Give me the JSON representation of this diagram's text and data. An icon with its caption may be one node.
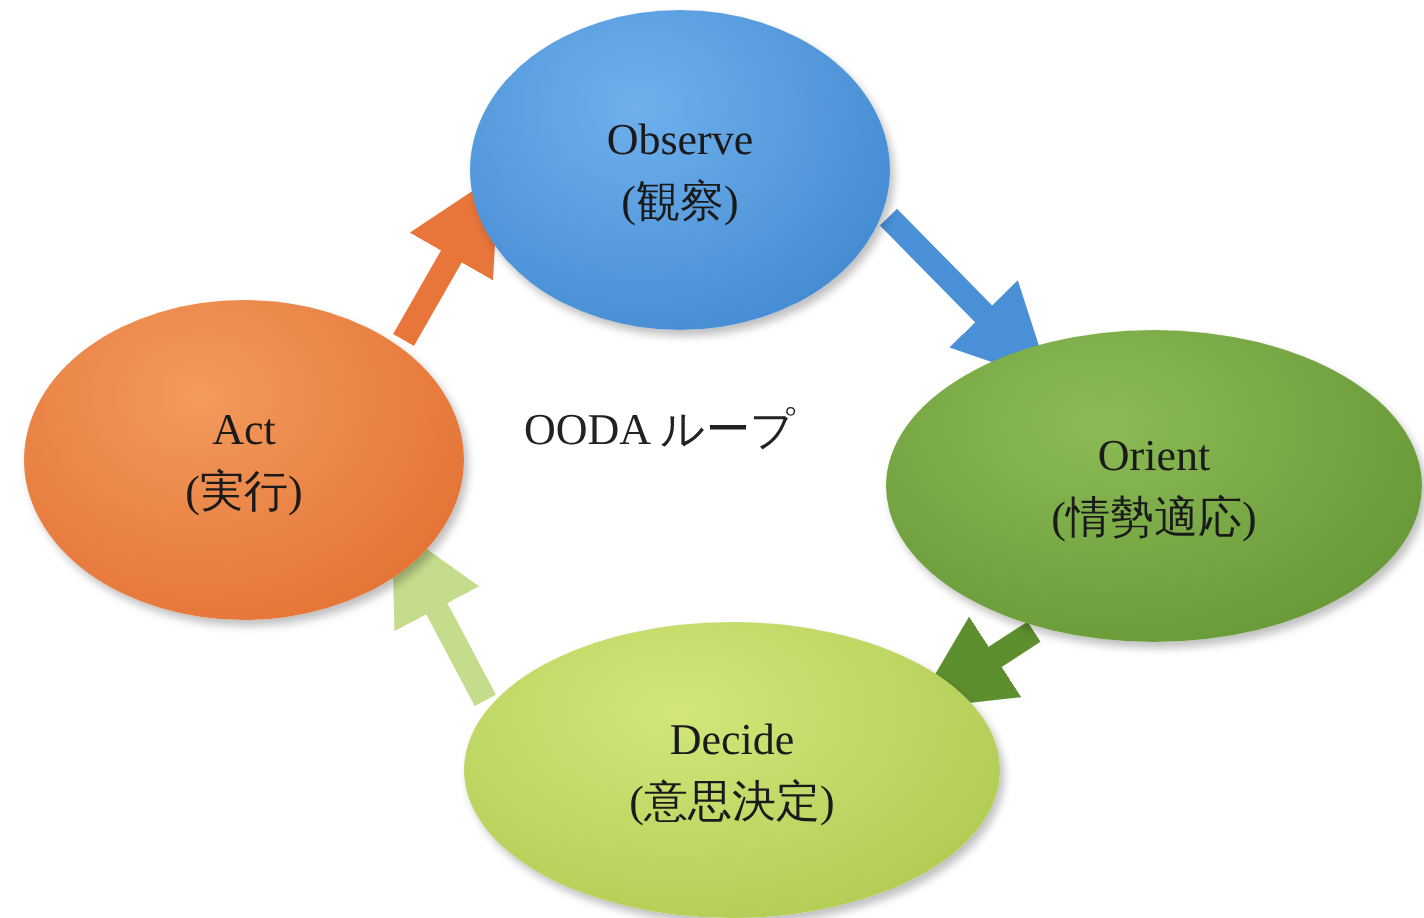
{
  "diagram": {
    "title": "OODA ループ",
    "nodes": [
      {
        "text": [
          "Observe",
          "(観察)"
        ]
      },
      {
        "text": [
          "Orient",
          "(情勢適応)"
        ]
      },
      {
        "text": [
          "Decide",
          "(意思決定)"
        ]
      },
      {
        "text": [
          "Act",
          "(実行)"
        ]
      }
    ],
    "edges": [
      {
        "from": 3,
        "to": 0,
        "arrow": "to",
        "color": "#e8763a"
      },
      {
        "from": 0,
        "to": 1,
        "arrow": "to",
        "color": "#4a90d6"
      },
      {
        "from": 1,
        "to": 2,
        "arrow": "to",
        "color": "#5e8f2e"
      },
      {
        "from": 2,
        "to": 3,
        "arrow": "to",
        "color": "#c4dc8c"
      }
    ]
  }
}
